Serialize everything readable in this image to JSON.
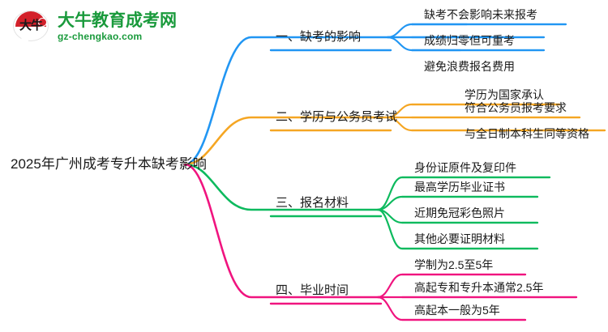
{
  "logo": {
    "mark_text": "大牛",
    "title": "大牛教育成考网",
    "subtitle": "gz-chengkao.com",
    "brand_green": "#1a9a3c",
    "brand_red": "#d3202a"
  },
  "mindmap": {
    "root": {
      "label": "2025年广州成考专升本缺考影响"
    },
    "branches": [
      {
        "label": "一、缺考的影响",
        "color": "#2196f3",
        "children": [
          {
            "label": "缺考不会影响未来报考"
          },
          {
            "label": "成绩归零但可重考"
          },
          {
            "label": "避免浪费报名费用"
          }
        ]
      },
      {
        "label": "二、学历与公务员考试",
        "color": "#f5a623",
        "children": [
          {
            "label": "学历为国家承认"
          },
          {
            "label": "符合公务员报考要求"
          },
          {
            "label": "与全日制本科生同等资格"
          }
        ]
      },
      {
        "label": "三、报名材料",
        "color": "#0dba5e",
        "children": [
          {
            "label": "身份证原件及复印件"
          },
          {
            "label": "最高学历毕业证书"
          },
          {
            "label": "近期免冠彩色照片"
          },
          {
            "label": "其他必要证明材料"
          }
        ]
      },
      {
        "label": "四、毕业时间",
        "color": "#f0147f",
        "children": [
          {
            "label": "学制为2.5至5年"
          },
          {
            "label": "高起专和专升本通常2.5年"
          },
          {
            "label": "高起本一般为5年"
          }
        ]
      }
    ]
  }
}
